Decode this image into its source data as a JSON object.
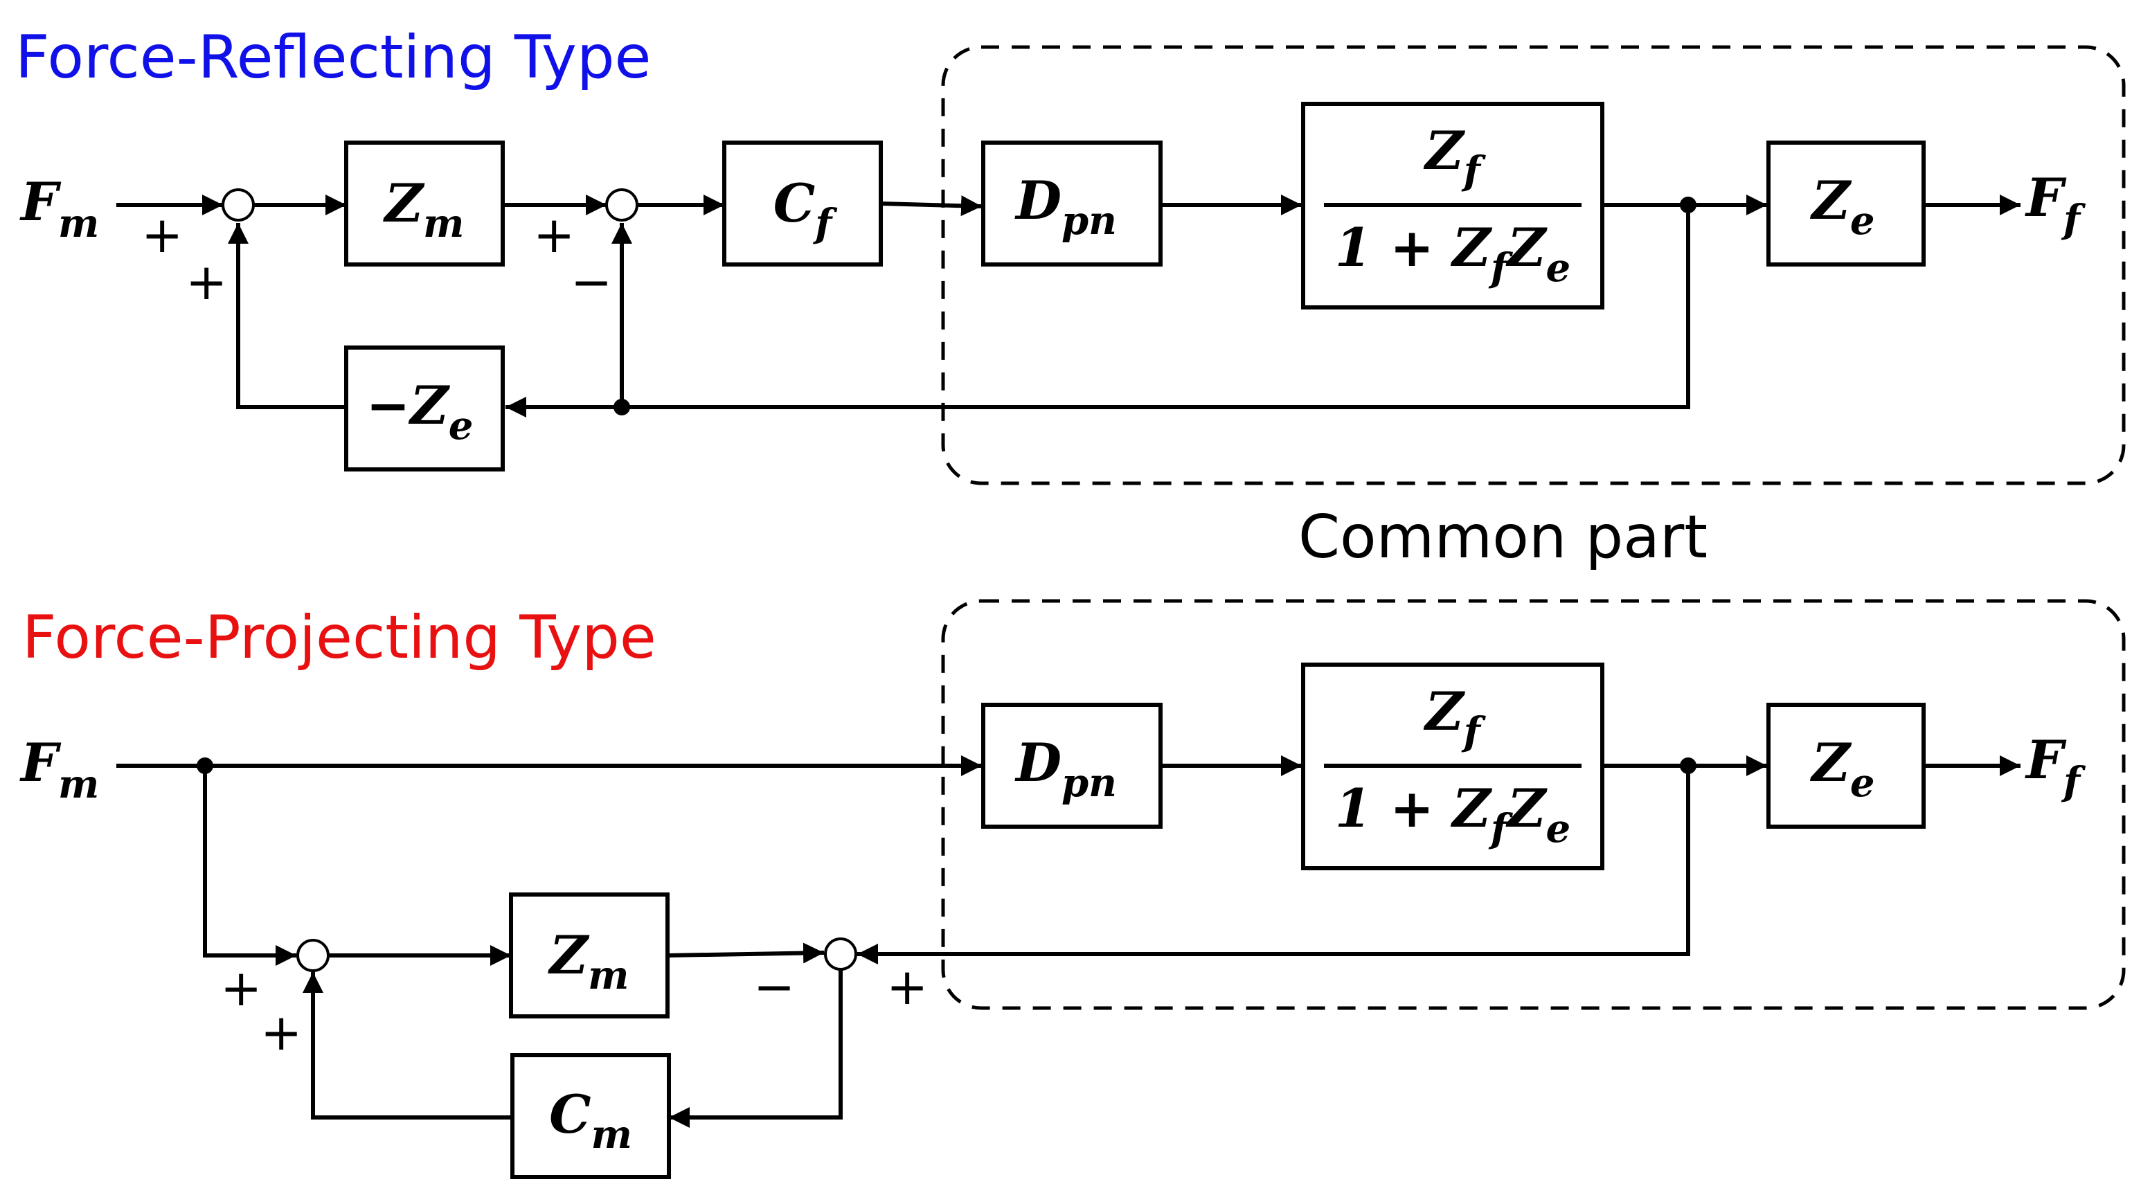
{
  "titles": {
    "top": "Force-Reflecting Type",
    "bottom": "Force-Projecting Type",
    "common": "Common part"
  },
  "colors": {
    "top_title": "#1010e8",
    "bottom_title": "#e81010"
  },
  "blocks": {
    "Zm": {
      "main": "Z",
      "sub": "m"
    },
    "Cf": {
      "main": "C",
      "sub": "f"
    },
    "Ze_neg": {
      "main": "−Z",
      "sub": "e"
    },
    "Dpn": {
      "main": "D",
      "sub": "pn"
    },
    "Ze": {
      "main": "Z",
      "sub": "e"
    },
    "Cm": {
      "main": "C",
      "sub": "m"
    },
    "frac": {
      "num_main": "Z",
      "num_sub": "f",
      "den_a": "1 + Z",
      "den_a_sub": "f",
      "den_b": "Z",
      "den_b_sub": "e"
    }
  },
  "signals": {
    "Fm": {
      "main": "F",
      "sub": "m"
    },
    "Ff": {
      "main": "F",
      "sub": "f"
    }
  },
  "signs": {
    "plus": "+",
    "minus": "−"
  }
}
